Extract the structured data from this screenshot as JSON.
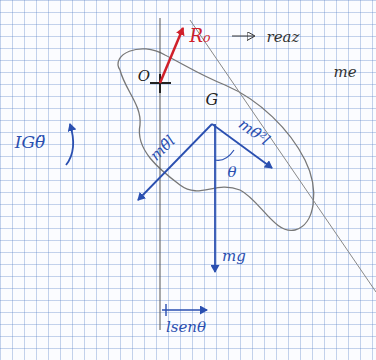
{
  "diagram": {
    "labels": [
      "R₀",
      "reaz",
      "me",
      "O",
      "G",
      "IGθ̈",
      "mθ̈l",
      "mθ̇²l",
      "θ",
      "mg",
      "lsenθ"
    ]
  }
}
